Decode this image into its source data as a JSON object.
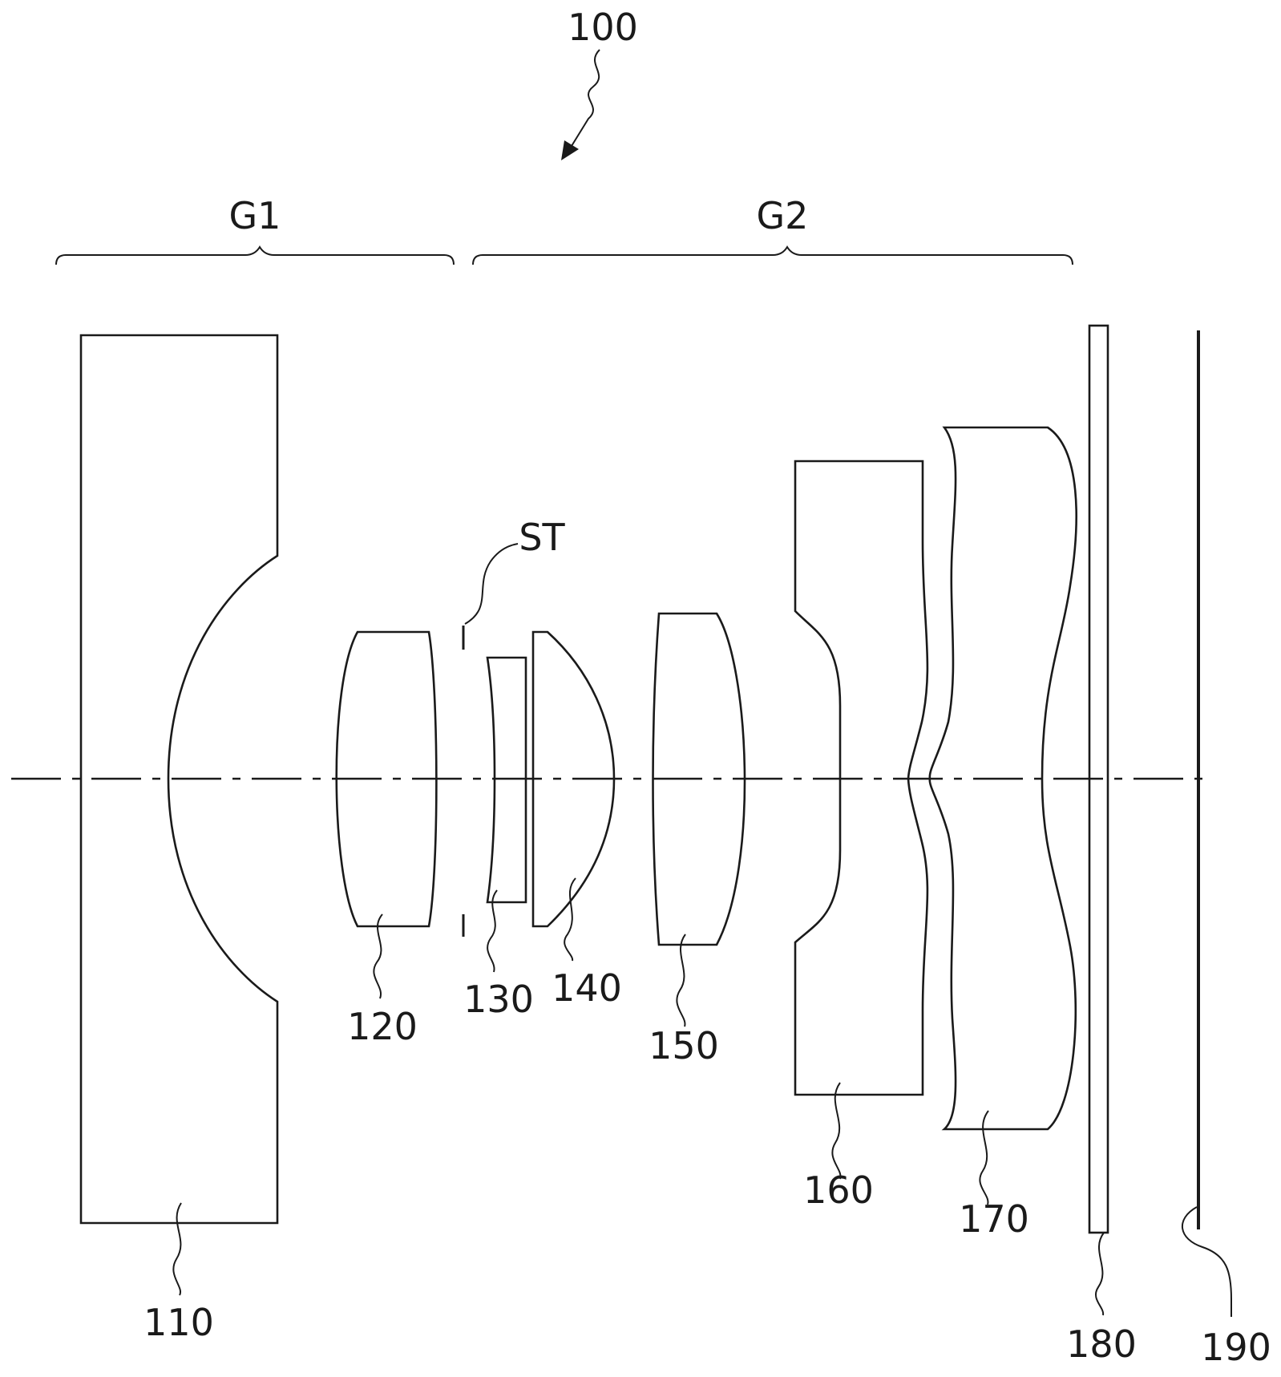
{
  "figure": {
    "system_label": "100",
    "groups": [
      {
        "id": "g1",
        "label": "G1"
      },
      {
        "id": "g2",
        "label": "G2"
      }
    ],
    "stop_label": "ST",
    "elements": [
      {
        "id": "110",
        "label": "110"
      },
      {
        "id": "120",
        "label": "120"
      },
      {
        "id": "130",
        "label": "130"
      },
      {
        "id": "140",
        "label": "140"
      },
      {
        "id": "150",
        "label": "150"
      },
      {
        "id": "160",
        "label": "160"
      },
      {
        "id": "170",
        "label": "170"
      },
      {
        "id": "180",
        "label": "180"
      },
      {
        "id": "190",
        "label": "190"
      }
    ]
  }
}
